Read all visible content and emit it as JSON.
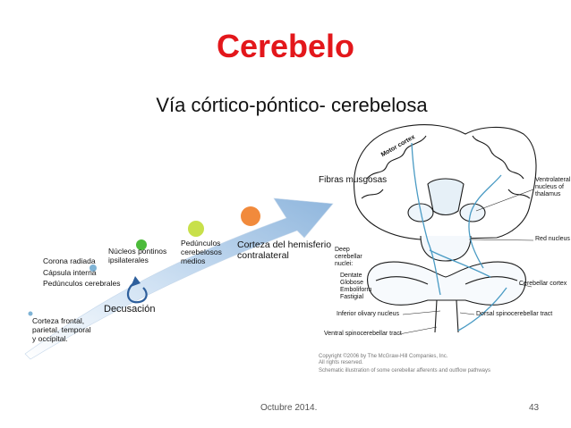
{
  "title": "Cerebelo",
  "subtitle": "Vía córtico-póntico- cerebelosa",
  "stages": [
    {
      "label": "Corteza frontal,\nparietal, temporal\ny occipital.",
      "color": "#7fb3d5"
    },
    {
      "label": "Corona radiada",
      "color": "#7fb3d5"
    },
    {
      "label": "Cápsula interna",
      "color": "#7fb3d5"
    },
    {
      "label": "Pedúnculos cerebrales",
      "color": "#7fb3d5"
    },
    {
      "label": "Núcleos pontinos\nipsilaterales",
      "color": "#4cbb3a"
    },
    {
      "label": "Pedúnculos\ncerebelosos\nmedios",
      "color": "#c8e04a"
    },
    {
      "label": "Corteza del hemisferio\ncontralateral",
      "color": "#f18a3c"
    }
  ],
  "decussation_label": "Decusación",
  "fibras_label": "Fibras musgosas",
  "brain_labels": {
    "motor_cortex": "Motor cortex",
    "ventrolateral": "Ventrolateral\nnucleus of\nthalamus",
    "red_nucleus": "Red nucleus",
    "deep_nuclei": "Deep\ncerebellar\nnuclei:",
    "nuclei_list": "Dentate\nGlobose\nEmboliform\nFastigial",
    "cerebellar_cortex": "Cerebellar cortex",
    "inferior_olivary": "Inferior olivary nucleus",
    "dorsal_tract": "Dorsal spinocerebellar tract",
    "ventral_tract": "Ventral spinocerebellar tract",
    "copyright": "Copyright ©2006 by The McGraw-Hill Companies, Inc.\nAll rights reserved.",
    "caption": "Schematic illustration of some cerebellar afferents and outflow pathways"
  },
  "footer": {
    "date": "Octubre 2014.",
    "page": "43"
  }
}
